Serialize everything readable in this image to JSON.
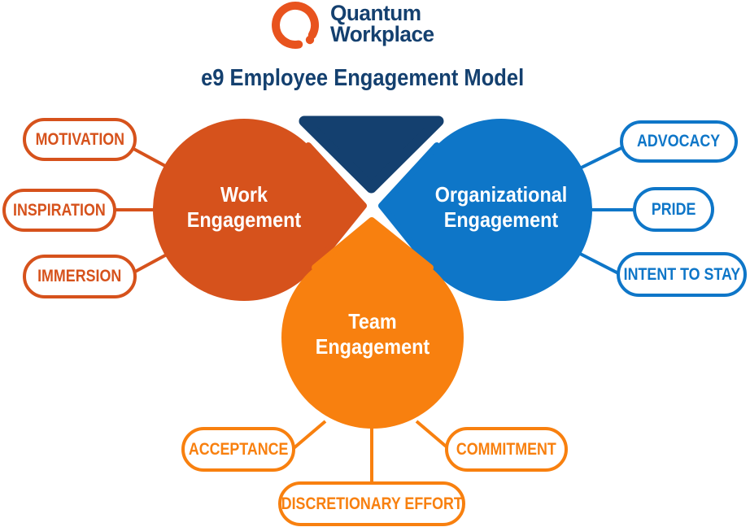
{
  "brand": {
    "name_line1": "Quantum",
    "name_line2": "Workplace",
    "logo_icon": "broken-ring-with-dot"
  },
  "title": "e9 Employee Engagement Model",
  "colors": {
    "navy": "#14406F",
    "work_orange": "#D6521C",
    "org_blue": "#0E76C8",
    "team_orange": "#F8800F",
    "background": "#FFFFFF"
  },
  "segments": {
    "work": {
      "line1": "Work",
      "line2": "Engagement",
      "drivers": [
        "MOTIVATION",
        "INSPIRATION",
        "IMMERSION"
      ]
    },
    "organizational": {
      "line1": "Organizational",
      "line2": "Engagement",
      "drivers": [
        "ADVOCACY",
        "PRIDE",
        "INTENT TO STAY"
      ]
    },
    "team": {
      "line1": "Team",
      "line2": "Engagement",
      "drivers": [
        "ACCEPTANCE",
        "DISCRETIONARY EFFORT",
        "COMMITMENT"
      ]
    }
  }
}
